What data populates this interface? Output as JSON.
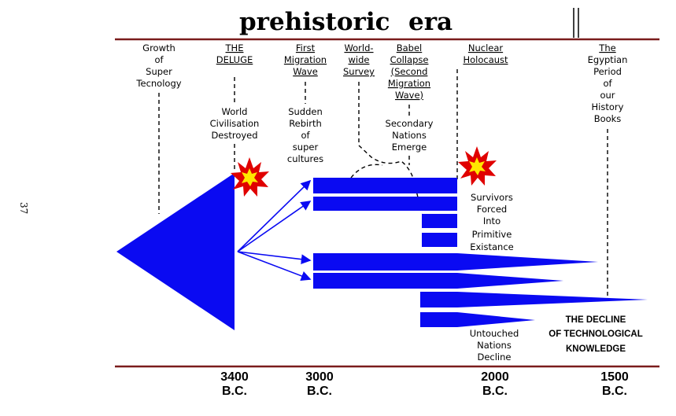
{
  "title": {
    "left": "prehistoric",
    "right": "era"
  },
  "page_number": "37",
  "events": [
    {
      "lines": [
        "Growth",
        "of",
        "Super",
        "Tecnology"
      ],
      "underline": false
    },
    {
      "lines": [
        "THE",
        "DELUGE"
      ],
      "underline": true
    },
    {
      "lines": [
        "First",
        "Migration",
        "Wave"
      ],
      "underline": true
    },
    {
      "lines": [
        "World-",
        "wide",
        "Survey"
      ],
      "underline": true
    },
    {
      "lines": [
        "Babel",
        "Collapse",
        "(Second",
        "Migration",
        "Wave)"
      ],
      "underline": true
    },
    {
      "lines": [
        "Nuclear",
        "Holocaust"
      ],
      "underline": true
    },
    {
      "lines": [
        "The",
        "Egyptian",
        "Period",
        "of",
        "our",
        "History",
        "Books"
      ],
      "underline": false
    }
  ],
  "notes": {
    "deluge_effect": [
      "World",
      "Civilisation",
      "Destroyed"
    ],
    "migration_effect": [
      "Sudden",
      "Rebirth",
      "of",
      "super",
      "cultures"
    ],
    "babel_effect": [
      "Secondary",
      "Nations",
      "Emerge"
    ],
    "holocaust_effect": [
      "Survivors",
      "Forced",
      "Into",
      "Primitive",
      "Existance"
    ],
    "untouched": [
      "Untouched",
      "Nations",
      "Decline"
    ],
    "decline": [
      "THE DECLINE",
      "OF TECHNOLOGICAL",
      "KNOWLEDGE"
    ]
  },
  "timeline": [
    {
      "year": "3400",
      "era": "B.C."
    },
    {
      "year": "3000",
      "era": "B.C."
    },
    {
      "year": "2000",
      "era": "B.C."
    },
    {
      "year": "1500",
      "era": "B.C."
    }
  ],
  "colors": {
    "band": "#0a0af2",
    "explosion_outer": "#e00000",
    "explosion_inner": "#ffe600",
    "rule": "#7a1c1c"
  },
  "icons": [
    "explosion-icon",
    "explosion-icon"
  ]
}
